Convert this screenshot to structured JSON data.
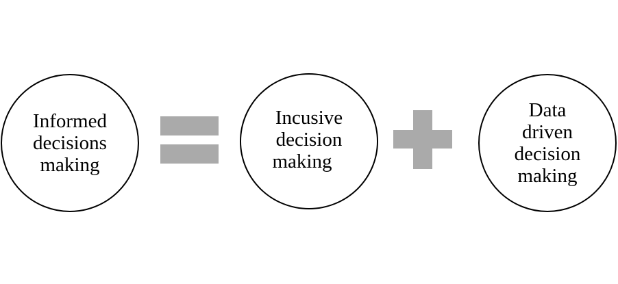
{
  "diagram": {
    "left_term": {
      "lines": [
        "Informed",
        "decisions",
        "making"
      ]
    },
    "middle_term": {
      "lines": [
        "Incusive",
        "decision",
        "making"
      ]
    },
    "right_term": {
      "lines": [
        "Data",
        "driven",
        "decision",
        "making"
      ]
    },
    "operators": [
      "equals",
      "plus"
    ],
    "colors": {
      "outline": "#000000",
      "operator": "#aaaaaa",
      "background": "#ffffff"
    }
  }
}
